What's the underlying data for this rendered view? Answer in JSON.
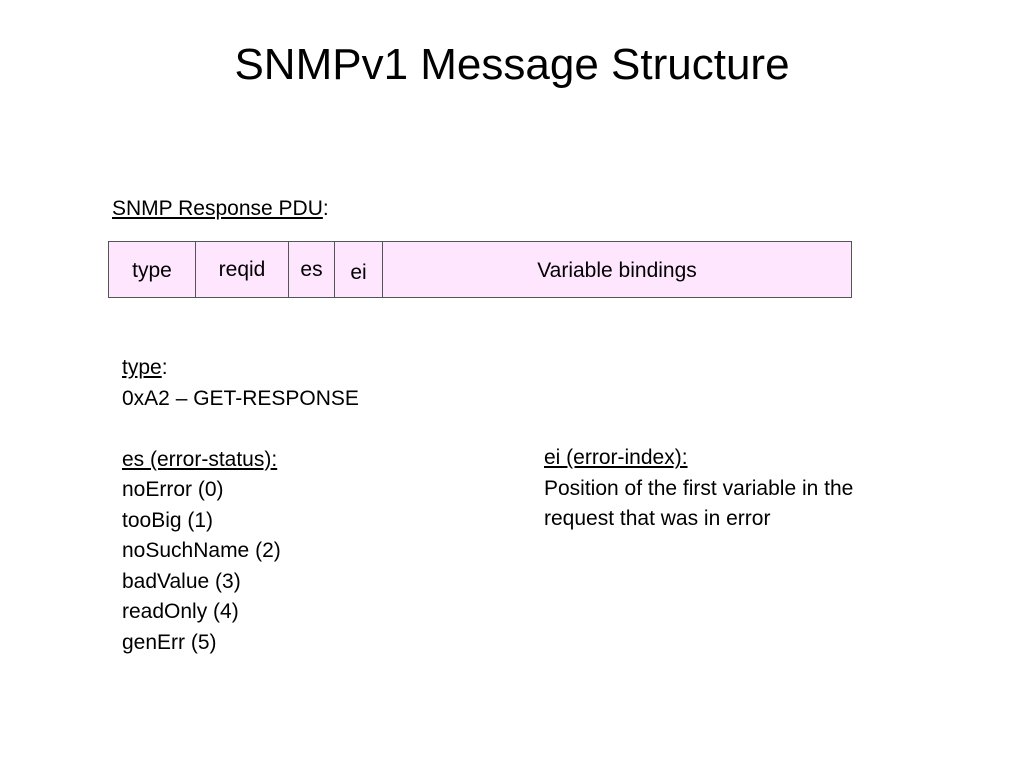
{
  "title": "SNMPv1 Message Structure",
  "pdu": {
    "heading": "SNMP Response PDU",
    "heading_suffix": ":",
    "fields": [
      {
        "label": "type"
      },
      {
        "label": "reqid"
      },
      {
        "label": "es"
      },
      {
        "label": "ei"
      },
      {
        "label": "Variable bindings"
      }
    ]
  },
  "type_section": {
    "heading": "type",
    "heading_suffix": ":",
    "value": "0xA2 – GET-RESPONSE"
  },
  "es_section": {
    "heading": "es (error-status):",
    "items": [
      "noError (0)",
      "tooBig (1)",
      "noSuchName (2)",
      "badValue (3)",
      "readOnly (4)",
      "genErr (5)"
    ]
  },
  "ei_section": {
    "heading": "ei (error-index):",
    "lines": [
      "Position of the first variable in the",
      "request that was in error"
    ]
  },
  "colors": {
    "pdu_fill": "#ffe6ff",
    "pdu_border": "#555555"
  }
}
